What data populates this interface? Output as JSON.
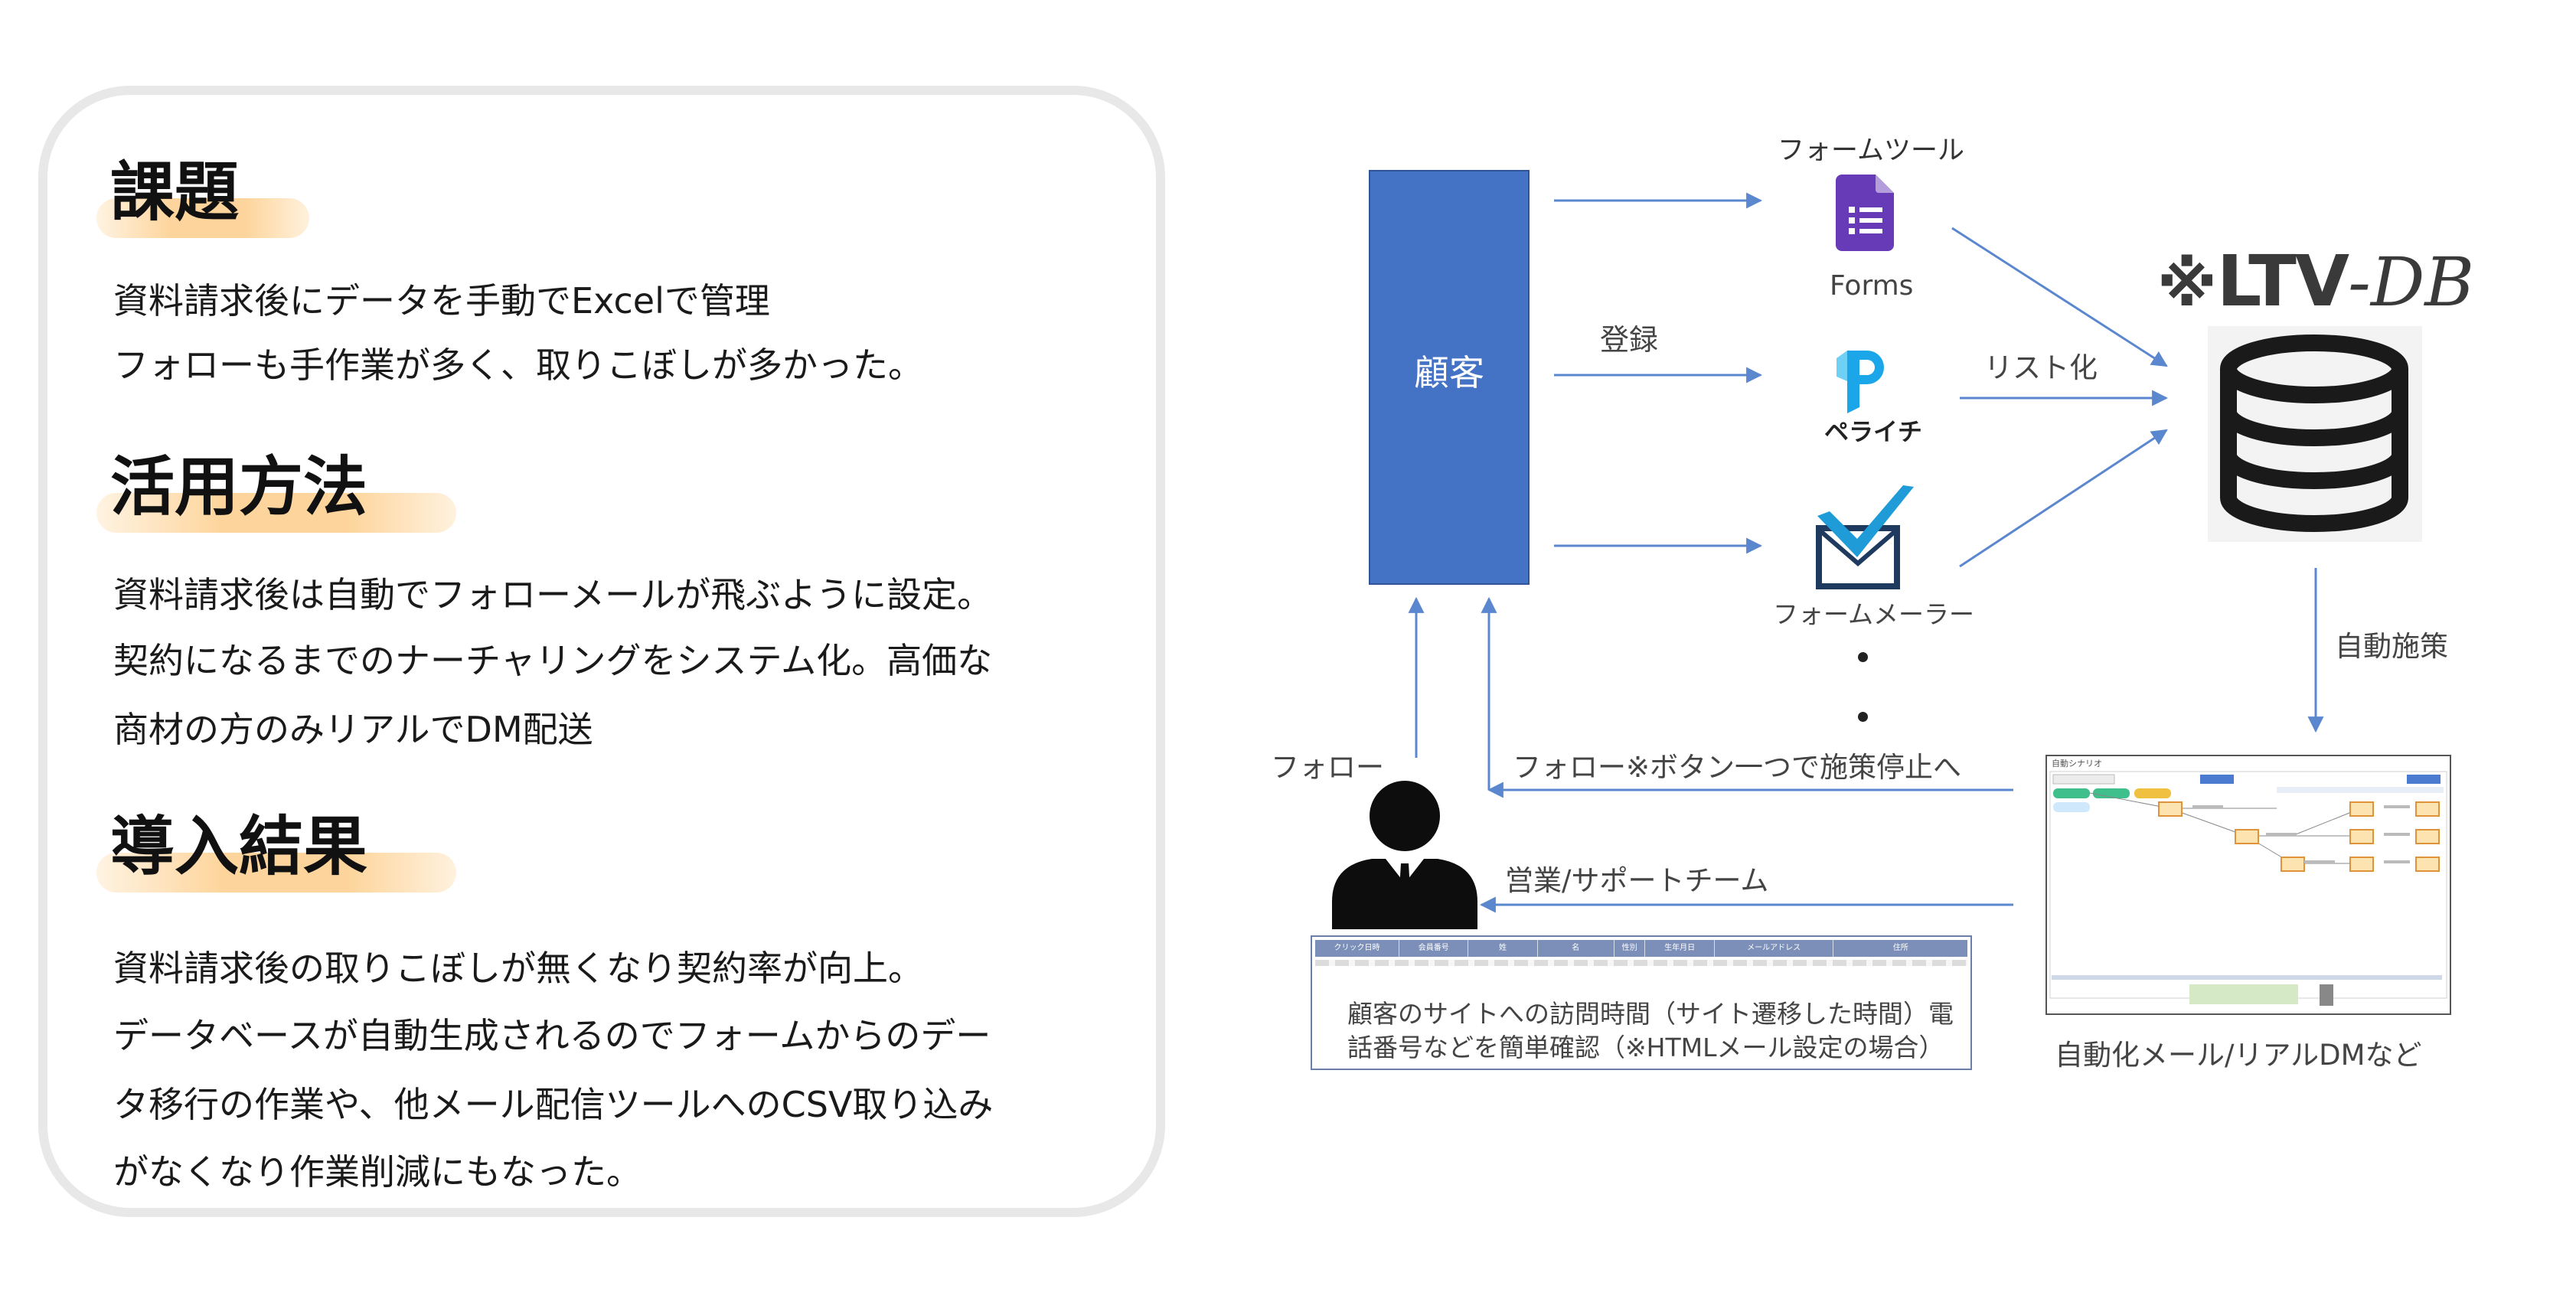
{
  "sections": [
    {
      "title": "課題",
      "lines": [
        "資料請求後にデータを手動でExcelで管理",
        "フォローも手作業が多く、取りこぼしが多かった。"
      ]
    },
    {
      "title": "活用方法",
      "lines": [
        "資料請求後は自動でフォローメールが飛ぶように設定。",
        "契約になるまでのナーチャリングをシステム化。高価な",
        "商材の方のみリアルでDM配送"
      ]
    },
    {
      "title": "導入結果",
      "lines": [
        "資料請求後の取りこぼしが無くなり契約率が向上。",
        "データベースが自動生成されるのでフォームからのデー",
        "タ移行の作業や、他メール配信ツールへのCSV取り込み",
        "がなくなり作業削減にもなった。"
      ]
    }
  ],
  "diagram": {
    "customer_label": "顧客",
    "register_label": "登録",
    "form_tool_label": "フォームツール",
    "forms_label": "Forms",
    "peraichi_label": "ペライチ",
    "form_mailer_label": "フォームメーラー",
    "list_label": "リスト化",
    "ltvdb_mark": "※",
    "ltvdb_ltv": "LTV",
    "ltvdb_db": "-DB",
    "auto_measure_label": "自動施策",
    "follow_stop_label": "フォロー※ボタン一つで施策停止へ",
    "follow_label": "フォロー",
    "sales_team_label": "営業/サポートチーム",
    "table_headers": [
      "クリック日時",
      "会員番号",
      "姓",
      "名",
      "性別",
      "生年月日",
      "メールアドレス",
      "住所"
    ],
    "table_note_lines": [
      "顧客のサイトへの訪問時間（サイト遷移した時間）電",
      "話番号などを簡単確認（※HTMLメール設定の場合）"
    ],
    "scenario_title": "自動シナリオ",
    "scenario_caption": "自動化メール/リアルDMなど"
  },
  "colors": {
    "customer_box": "#4472c4",
    "arrow": "#5b87cf",
    "highlight": "#fdd59c",
    "forms_purple": "#673ab7",
    "peraichi_cyan": "#1aa6e8",
    "mailer_blue": "#1f9bd7"
  }
}
